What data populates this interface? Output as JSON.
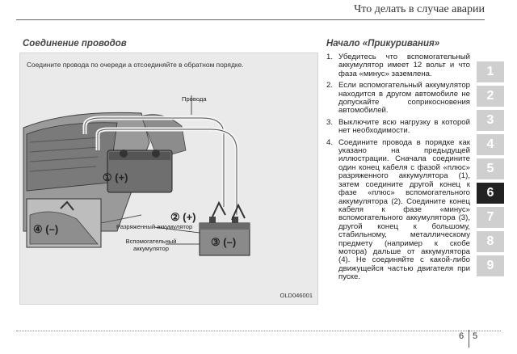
{
  "header": {
    "title": "Что делать в случае аварии"
  },
  "left": {
    "heading": "Соединение проводов",
    "caption": "Соедините провода по очереди а отсоединяйте в обратном порядке.",
    "labels": {
      "wires": "Провода",
      "discharged": "Разряженный аккумулятор",
      "auxiliary": "Вспомогательный аккумулятор",
      "c1": "① (+)",
      "c2": "② (+)",
      "c3": "③ (–)",
      "c4": "④ (–)"
    },
    "code": "OLD046001"
  },
  "right": {
    "heading": "Начало «Прикуривания»",
    "steps": [
      {
        "num": "1.",
        "text": "Убедитесь что вспомогательный аккумулятор имеет 12 вольт и что фаза «минус» заземлена."
      },
      {
        "num": "2.",
        "text": "Если вспомогательный аккумулятор находится в другом автомобиле не допускайте соприкосновения автомобилей."
      },
      {
        "num": "3.",
        "text": "Выключите всю нагрузку в которой нет необходимости."
      },
      {
        "num": "4.",
        "text": "Соедините провода в порядке как указано на предыдущей иллюстрации. Сначала соедините один конец кабеля с фазой «плюс» разряженного аккумулятора (1), затем соедините другой конец к фазе «плюс» вспомогательного аккумулятора (2). Соедините конец кабеля к фазе «минус» вспомогательного аккумулятора (3), другой конец к большому, стабильному, металлическому предмету (например к скобе мотора) дальше от аккумулятора (4). Не соединяйте с какой-либо движущейся частью двигателя при пуске."
      }
    ]
  },
  "tabs": [
    "1",
    "2",
    "3",
    "4",
    "5",
    "6",
    "7",
    "8",
    "9"
  ],
  "active_tab": "6",
  "page": {
    "chapter": "6",
    "number": "5"
  }
}
